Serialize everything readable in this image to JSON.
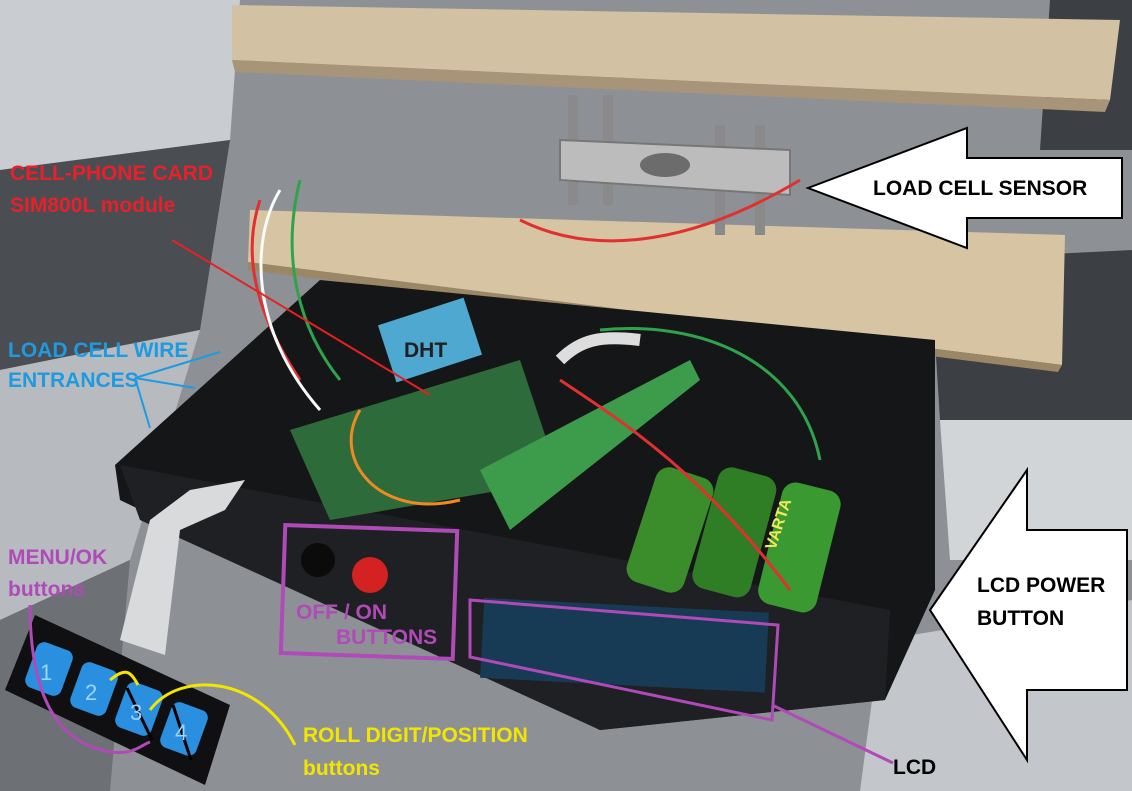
{
  "labels": {
    "sim_line1": "CELL-PHONE CARD",
    "sim_line2": "SIM800L module",
    "load_cell_sensor": "LOAD CELL SENSOR",
    "wire_entr_line1": "LOAD CELL WIRE",
    "wire_entr_line2": "ENTRANCES",
    "dht": "DHT",
    "menu_line1": "MENU/OK",
    "menu_line2": "buttons",
    "offon_line1": "OFF / ON",
    "offon_line2": "BUTTONS",
    "lcd_power_line1": "LCD POWER",
    "lcd_power_line2": "BUTTON",
    "roll_line1": "ROLL DIGIT/POSITION",
    "roll_line2": "buttons",
    "lcd": "LCD"
  },
  "keypad": [
    "1",
    "2",
    "3",
    "4"
  ],
  "battery_brand": "VARTA",
  "colors": {
    "red_label": "#e8202a",
    "blue_label": "#1e9be0",
    "purple_label": "#b04ab8",
    "yellow_label": "#f2e600",
    "arrow_fill": "#ffffff"
  }
}
